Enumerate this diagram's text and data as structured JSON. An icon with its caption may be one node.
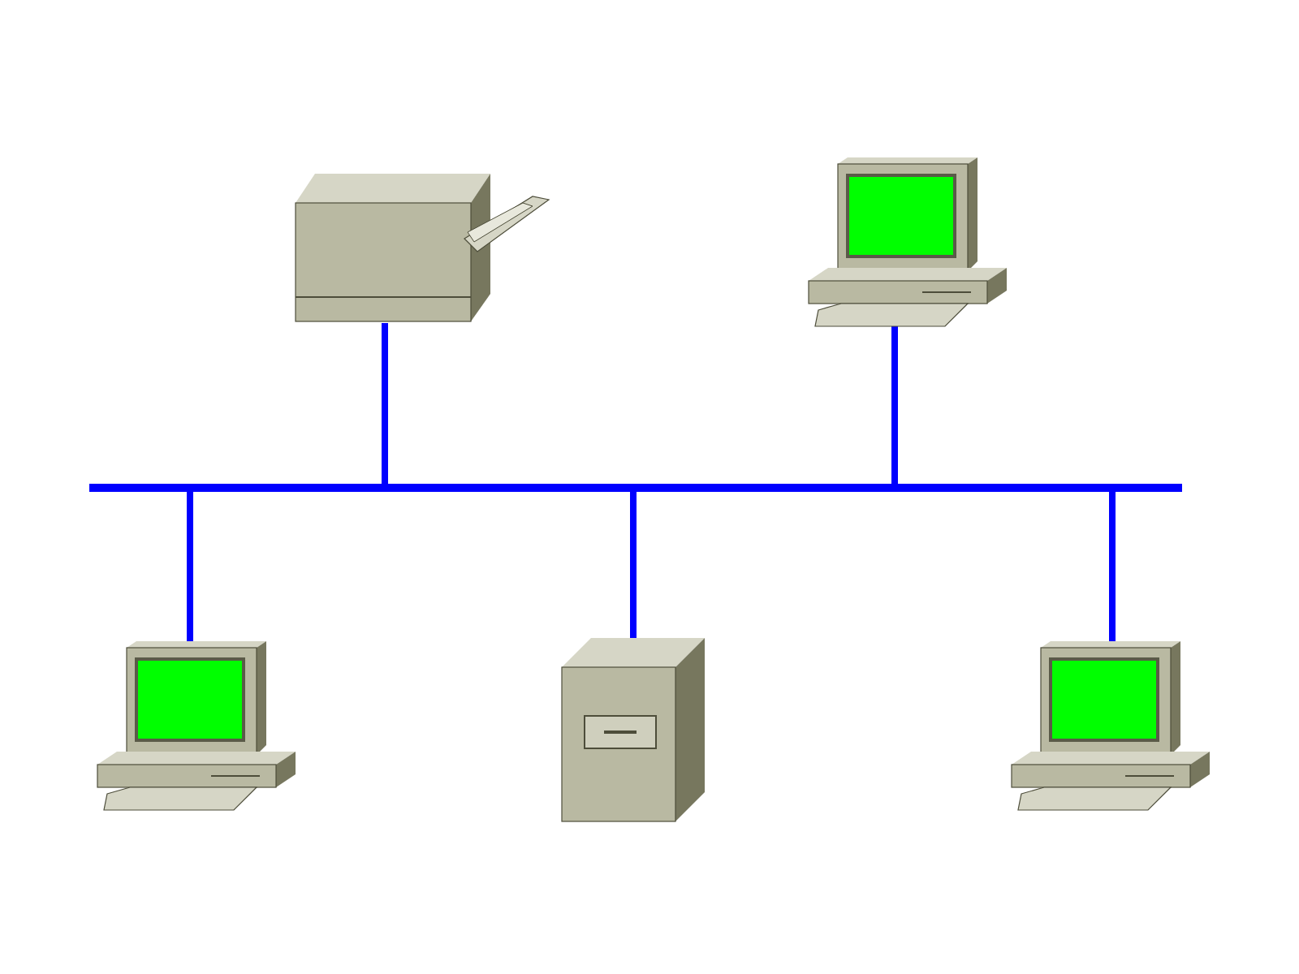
{
  "diagram": {
    "nodes": [
      {
        "text": [],
        "shape": "picture"
      },
      {
        "text": [],
        "shape": "picture"
      },
      {
        "text": [],
        "shape": "bar"
      },
      {
        "text": [],
        "shape": "picture"
      },
      {
        "text": [],
        "shape": "picture"
      },
      {
        "text": [],
        "shape": "picture"
      }
    ],
    "edges": [
      {
        "from": 0,
        "to": 2,
        "arrow": "none"
      },
      {
        "from": 1,
        "to": 2,
        "arrow": "none"
      },
      {
        "from": 2,
        "to": 3,
        "arrow": "none"
      },
      {
        "from": 2,
        "to": 4,
        "arrow": "none"
      },
      {
        "from": 2,
        "to": 5,
        "arrow": "none"
      }
    ]
  }
}
